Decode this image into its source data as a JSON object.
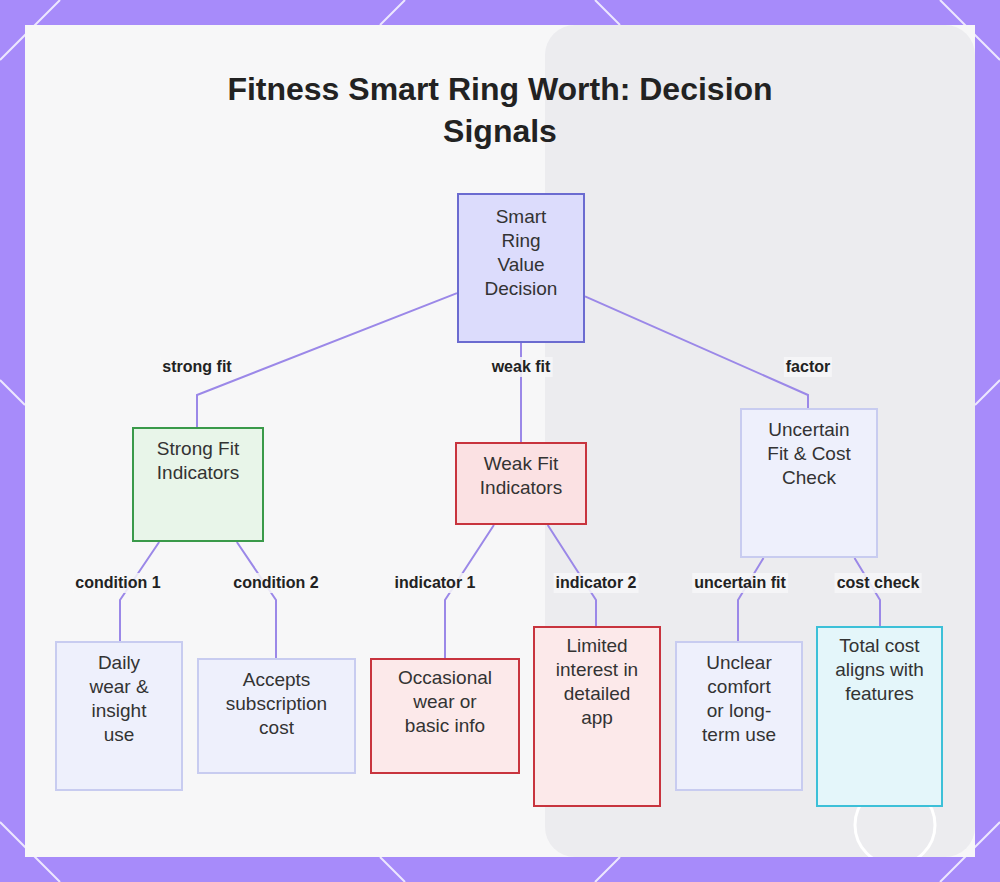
{
  "diagram": {
    "title": "Fitness Smart Ring Worth: Decision Signals",
    "nodes": [
      {
        "text": [
          "Smart Ring Value Decision"
        ]
      },
      {
        "text": [
          "Strong Fit Indicators"
        ]
      },
      {
        "text": [
          "Weak Fit Indicators"
        ]
      },
      {
        "text": [
          "Uncertain Fit & Cost Check"
        ]
      },
      {
        "text": [
          "Daily wear & insight use"
        ]
      },
      {
        "text": [
          "Accepts subscription cost"
        ]
      },
      {
        "text": [
          "Occasional wear or basic info"
        ]
      },
      {
        "text": [
          "Limited interest in detailed app"
        ]
      },
      {
        "text": [
          "Unclear comfort or long-term use"
        ]
      },
      {
        "text": [
          "Total cost aligns with features"
        ]
      }
    ],
    "edges": [
      {
        "from": 0,
        "to": 1,
        "label": "strong fit",
        "arrow": "none"
      },
      {
        "from": 0,
        "to": 2,
        "label": "weak fit",
        "arrow": "none"
      },
      {
        "from": 0,
        "to": 3,
        "label": "factor",
        "arrow": "none"
      },
      {
        "from": 1,
        "to": 4,
        "label": "condition 1",
        "arrow": "none"
      },
      {
        "from": 1,
        "to": 5,
        "label": "condition 2",
        "arrow": "none"
      },
      {
        "from": 2,
        "to": 6,
        "label": "indicator 1",
        "arrow": "none"
      },
      {
        "from": 2,
        "to": 7,
        "label": "indicator 2",
        "arrow": "none"
      },
      {
        "from": 3,
        "to": 8,
        "label": "uncertain fit",
        "arrow": "none"
      },
      {
        "from": 3,
        "to": 9,
        "label": "cost check",
        "arrow": "none"
      }
    ]
  }
}
